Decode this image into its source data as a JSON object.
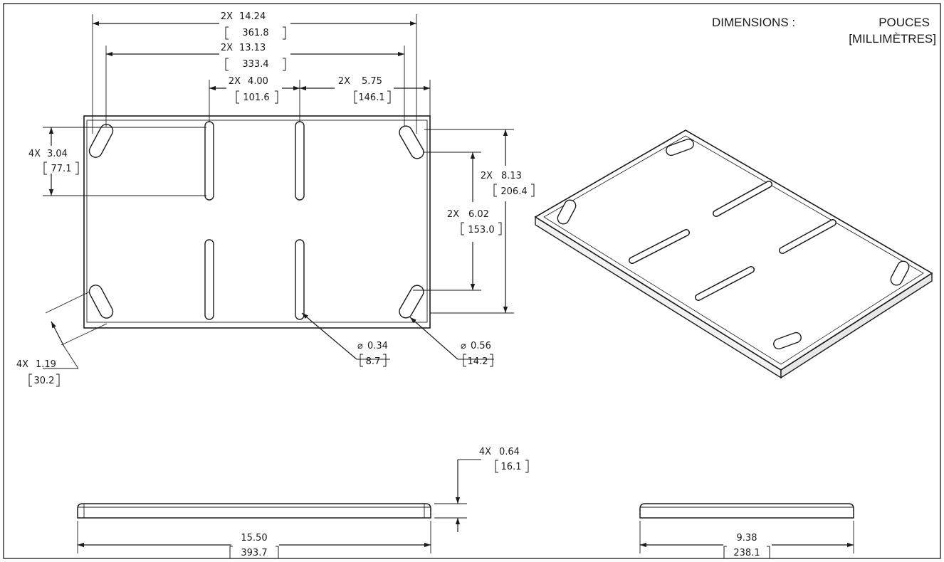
{
  "header": {
    "label": "DIMENSIONS :",
    "units_primary": "POUCES",
    "units_secondary": "[MILLIMÈTRES]"
  },
  "dimensions": {
    "overall_slot_span": {
      "qty": "2X",
      "in": "14.24",
      "mm": "361.8"
    },
    "corner_slot_span": {
      "qty": "2X",
      "in": "13.13",
      "mm": "333.4"
    },
    "center_slot_spacing": {
      "qty": "2X",
      "in": "4.00",
      "mm": "101.6"
    },
    "edge_offset": {
      "qty": "2X",
      "in": "5.75",
      "mm": "146.1"
    },
    "slot_length": {
      "qty": "4X",
      "in": "3.04",
      "mm": "77.1"
    },
    "overall_height": {
      "qty": "2X",
      "in": "8.13",
      "mm": "206.4"
    },
    "inner_height": {
      "qty": "2X",
      "in": "6.02",
      "mm": "153.0"
    },
    "corner_slot_length": {
      "qty": "4X",
      "in": "1.19",
      "mm": "30.2"
    },
    "slot_dia_small": {
      "symbol": "⌀",
      "in": "0.34",
      "mm": "8.7"
    },
    "slot_dia_large": {
      "symbol": "⌀",
      "in": "0.56",
      "mm": "14.2"
    },
    "thickness": {
      "qty": "4X",
      "in": "0.64",
      "mm": "16.1"
    },
    "length": {
      "in": "15.50",
      "mm": "393.7"
    },
    "width": {
      "in": "9.38",
      "mm": "238.1"
    }
  }
}
